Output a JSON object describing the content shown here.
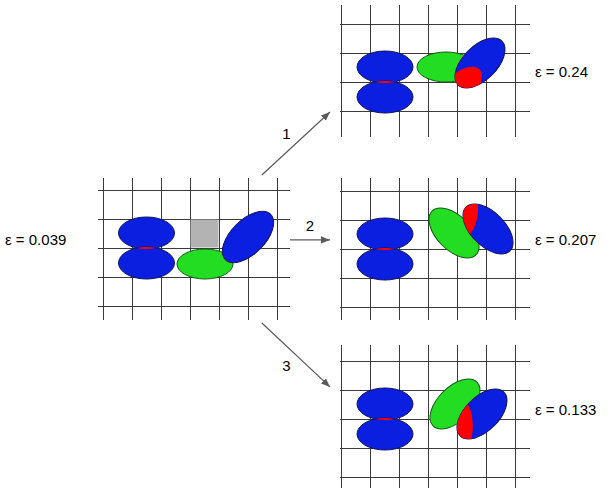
{
  "diagram": {
    "nodes": [
      {
        "text": [
          "ε = 0.039"
        ]
      },
      {
        "text": [
          "ε = 0.24"
        ]
      },
      {
        "text": [
          "ε = 0.207"
        ]
      },
      {
        "text": [
          "ε = 0.133"
        ]
      }
    ],
    "edges": [
      {
        "from": 0,
        "to": 1,
        "arrow": "to",
        "label": "1"
      },
      {
        "from": 0,
        "to": 2,
        "arrow": "to",
        "label": "2"
      },
      {
        "from": 0,
        "to": 3,
        "arrow": "to",
        "label": "3"
      }
    ]
  }
}
